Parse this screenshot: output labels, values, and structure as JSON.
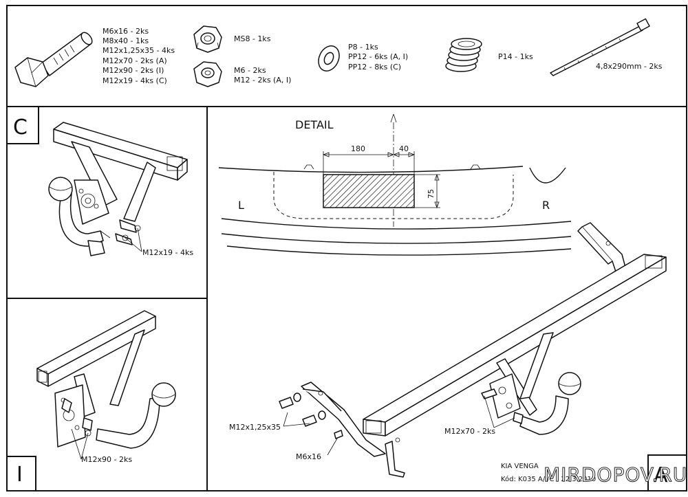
{
  "parts_list": {
    "bolt_specs": [
      "M6x16 - 2ks",
      "M8x40 - 1ks",
      "M12x1,25x35 - 4ks",
      "M12x70 - 2ks (A)",
      "M12x90 - 2ks (I)",
      "M12x19 - 4ks (C)"
    ],
    "nut_ms": "MS8 - 1ks",
    "nut_specs": [
      "M6 - 2ks",
      "M12 - 2ks (A, I)"
    ],
    "washer_specs": [
      "P8 - 1ks",
      "PP12 - 6ks (A, I)",
      "PP12 - 8ks (C)"
    ],
    "spring_spec": "P14 - 1ks",
    "tie_spec": "4,8x290mm - 2ks"
  },
  "view_c": {
    "letter": "C",
    "callout": "M12x19 - 4ks"
  },
  "view_i": {
    "letter": "I",
    "callout": "M12x90 - 2ks"
  },
  "detail": {
    "title": "DETAIL",
    "dim_width_left": "180",
    "dim_width_right": "40",
    "dim_height": "75",
    "side_left": "L",
    "side_right": "R"
  },
  "view_a": {
    "letter": "A",
    "callout_bolt": "M12x1,25x35",
    "callout_screw": "M6x16",
    "callout_ball_bolt": "M12x70 - 2ks"
  },
  "title_block": {
    "model": "KIA VENGA",
    "code": "Kód: K035 A/I/C - 22.3.2010"
  },
  "watermark": "MIRDOPOV.RU"
}
